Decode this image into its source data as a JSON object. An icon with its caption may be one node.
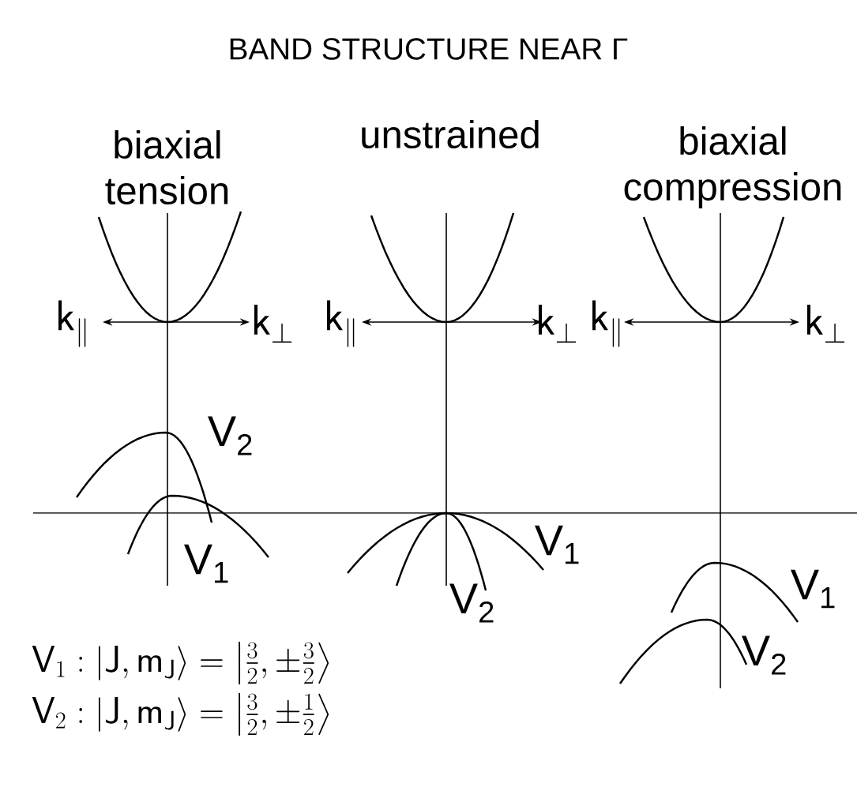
{
  "diagram": {
    "title": "BAND STRUCTURE NEAR Γ",
    "labels": [
      "biaxial tension",
      "unstrained",
      "biaxial compression",
      "\\mathsf{k}_{\\parallel}",
      "\\mathsf{k}_{\\perp}",
      "\\mathsf{k}_{\\parallel}",
      "\\mathsf{k}_{\\perp}",
      "\\mathsf{k}_{\\parallel}",
      "\\mathsf{k}_{\\perp}",
      "V$_{2}$",
      "V$_{1}$",
      "V$_{1}$",
      "V$_{2}$",
      "V$_{1}$",
      "\\mathsf{V}_1:\\left|\\mathsf{J},\\mathsf{m}_\\mathsf{J}\\right\\rangle=\\left|\\frac{3}{2},\\pm\\frac{3}{2}\\right\\rangle",
      "V$_{2}$",
      "\\mathsf{V}_2:\\left|\\mathsf{J},\\mathsf{m}_\\mathsf{J}\\right\\rangle=\\left|\\frac{3}{2},\\pm\\frac{1}{2}\\right\\rangle"
    ]
  }
}
